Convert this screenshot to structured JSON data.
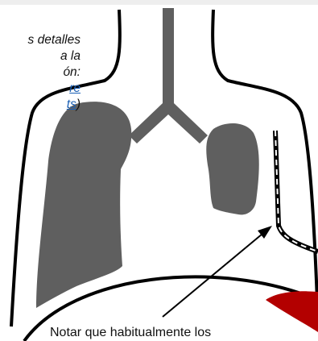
{
  "caption_left": {
    "line1": "s detalles",
    "line2": "a la",
    "line3": "ón:",
    "link1": "re",
    "link2": "ts",
    "close_paren": ")"
  },
  "bottom_note": "Notar que habitualmente los",
  "colors": {
    "lung": "#5f5f5f",
    "trachea": "#5f5f5f",
    "outline": "#000000",
    "heart_red": "#b30000",
    "background": "#ffffff"
  }
}
